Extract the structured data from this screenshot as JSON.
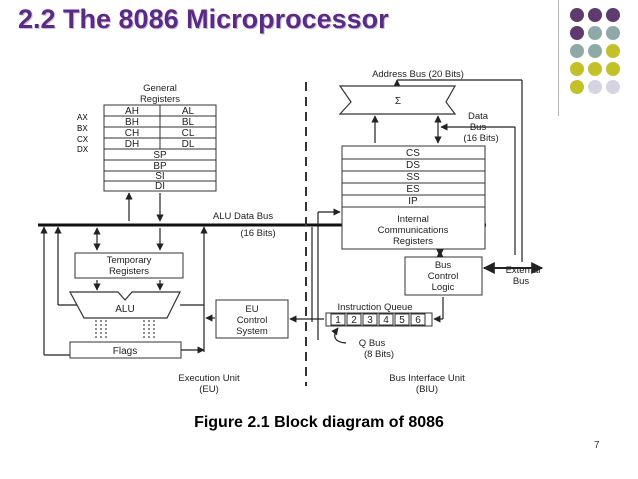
{
  "slide": {
    "title": "2.2  The 8086 Microprocessor",
    "caption": "Figure 2.1 Block diagram of 8086",
    "page_number": "7"
  },
  "decor": {
    "dot_colors": {
      "purple": "#5e3a6e",
      "teal": "#8fa8a8",
      "yellow": "#c2c12a",
      "lavender": "#d6d4e2"
    }
  },
  "diagram": {
    "general_registers": {
      "title_line1": "General",
      "title_line2": "Registers",
      "rows": [
        {
          "high": "AH",
          "low": "AL"
        },
        {
          "high": "BH",
          "low": "BL"
        },
        {
          "high": "CH",
          "low": "CL"
        },
        {
          "high": "DH",
          "low": "DL"
        }
      ],
      "pointer_rows": [
        "SP",
        "BP",
        "SI",
        "DI"
      ],
      "side_labels": [
        "AX",
        "BX",
        "CX",
        "DX"
      ]
    },
    "address_bus": "Address Bus (20 Bits)",
    "sigma": "Σ",
    "data_bus": {
      "line1": "Data",
      "line2": "Bus",
      "line3": "(16 Bits)"
    },
    "segment_registers": [
      "CS",
      "DS",
      "SS",
      "ES",
      "IP"
    ],
    "internal_comm": {
      "line1": "Internal",
      "line2": "Communications",
      "line3": "Registers"
    },
    "alu_data_bus": {
      "line1": "ALU Data Bus",
      "line2": "(16 Bits)"
    },
    "temporary_registers": {
      "line1": "Temporary",
      "line2": "Registers"
    },
    "alu": "ALU",
    "flags": "Flags",
    "eu_control": {
      "line1": "EU",
      "line2": "Control",
      "line3": "System"
    },
    "bus_control": {
      "line1": "Bus",
      "line2": "Control",
      "line3": "Logic"
    },
    "external_bus": {
      "line1": "External",
      "line2": "Bus"
    },
    "instruction_queue": {
      "label": "Instruction Queue",
      "cells": [
        "1",
        "2",
        "3",
        "4",
        "5",
        "6"
      ]
    },
    "q_bus": {
      "line1": "Q  Bus",
      "line2": "(8 Bits)"
    },
    "execution_unit": {
      "line1": "Execution Unit",
      "line2": "(EU)"
    },
    "bus_interface_unit": {
      "line1": "Bus Interface Unit",
      "line2": "(BIU)"
    }
  }
}
